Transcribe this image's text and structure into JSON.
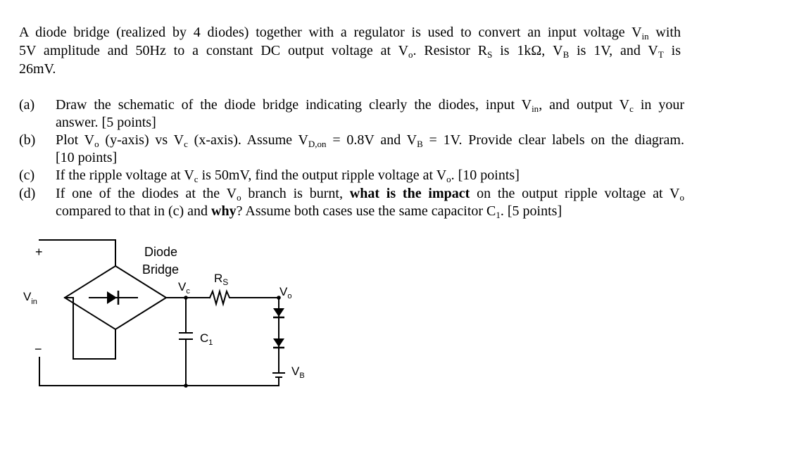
{
  "intro": {
    "line1_a": "A diode bridge (realized by 4 diodes) together with a regulator is used to convert an input voltage V",
    "line1_sub": "in",
    "line1_b": " with",
    "line2_a": "5V amplitude and 50Hz to a constant DC output voltage at V",
    "line2_sub1": "o",
    "line2_b": ". Resistor R",
    "line2_sub2": "S",
    "line2_c": " is 1kΩ, V",
    "line2_sub3": "B",
    "line2_d": " is 1V, and V",
    "line2_sub4": "T",
    "line2_e": " is",
    "line3": "26mV."
  },
  "questions": {
    "a": {
      "tag": "(a)",
      "line1_a": "Draw the schematic of the diode bridge indicating clearly the diodes, input V",
      "line1_sub1": "in",
      "line1_b": ", and output V",
      "line1_sub2": "c",
      "line1_c": " in your",
      "line2": "answer. [5 points]"
    },
    "b": {
      "tag": "(b)",
      "line1_a": "Plot V",
      "line1_sub1": "o",
      "line1_b": " (y-axis) vs V",
      "line1_sub2": "c",
      "line1_c": " (x-axis). Assume V",
      "line1_sub3": "D,on",
      "line1_d": " = 0.8V and V",
      "line1_sub4": "B",
      "line1_e": " = 1V. Provide clear labels on the diagram.",
      "line2": "[10 points]"
    },
    "c": {
      "tag": "(c)",
      "line1_a": "If the ripple voltage at V",
      "line1_sub1": "c",
      "line1_b": " is 50mV, find the output ripple voltage at V",
      "line1_sub2": "o",
      "line1_c": ". [10 points]"
    },
    "d": {
      "tag": "(d)",
      "line1_a": "If one of the diodes at the V",
      "line1_sub1": "o",
      "line1_b": " branch is burnt, ",
      "line1_bold": "what is the impact",
      "line1_c": " on the output ripple voltage at V",
      "line1_sub2": "o",
      "line2_a": "compared to that in (c) and ",
      "line2_bold": "why",
      "line2_b": "? Assume both cases use the same capacitor C",
      "line2_sub": "1",
      "line2_c": ". [5 points]"
    }
  },
  "circuit": {
    "plus": "+",
    "minus": "−",
    "vin_main": "V",
    "vin_sub": "in",
    "bridge_line1": "Diode",
    "bridge_line2": "Bridge",
    "vc_main": "V",
    "vc_sub": "c",
    "rs_main": "R",
    "rs_sub": "S",
    "vo_main": "V",
    "vo_sub": "o",
    "c1_main": "C",
    "c1_sub": "1",
    "vb_main": "V",
    "vb_sub": "B"
  }
}
